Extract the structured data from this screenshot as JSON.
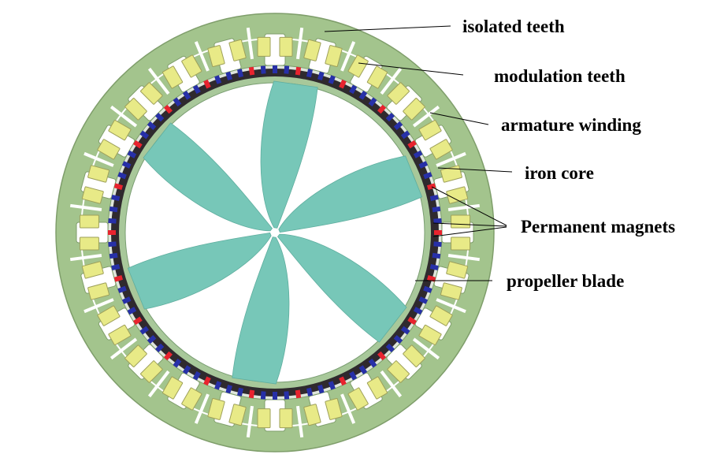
{
  "labels": {
    "isolated_teeth": "isolated teeth",
    "modulation_teeth": "modulation teeth",
    "armature_winding": "armature winding",
    "iron_core": "iron core",
    "permanent_magnets": "Permanent magnets",
    "propeller_blade": "propeller blade"
  },
  "colors": {
    "stator": "#a3c48d",
    "stator_edge": "#7f9e6b",
    "winding": "#e8ea87",
    "winding_edge": "#9ea05a",
    "iron_core": "#2f2a2e",
    "magnet_red": "#e8232e",
    "magnet_blue": "#2730a8",
    "bore": "#a8c89a",
    "blade": "#77c7b8",
    "leader_line": "#000000"
  },
  "structure": {
    "stator_slots": 24,
    "magnet_pole_pairs": 44,
    "blades": 6
  }
}
